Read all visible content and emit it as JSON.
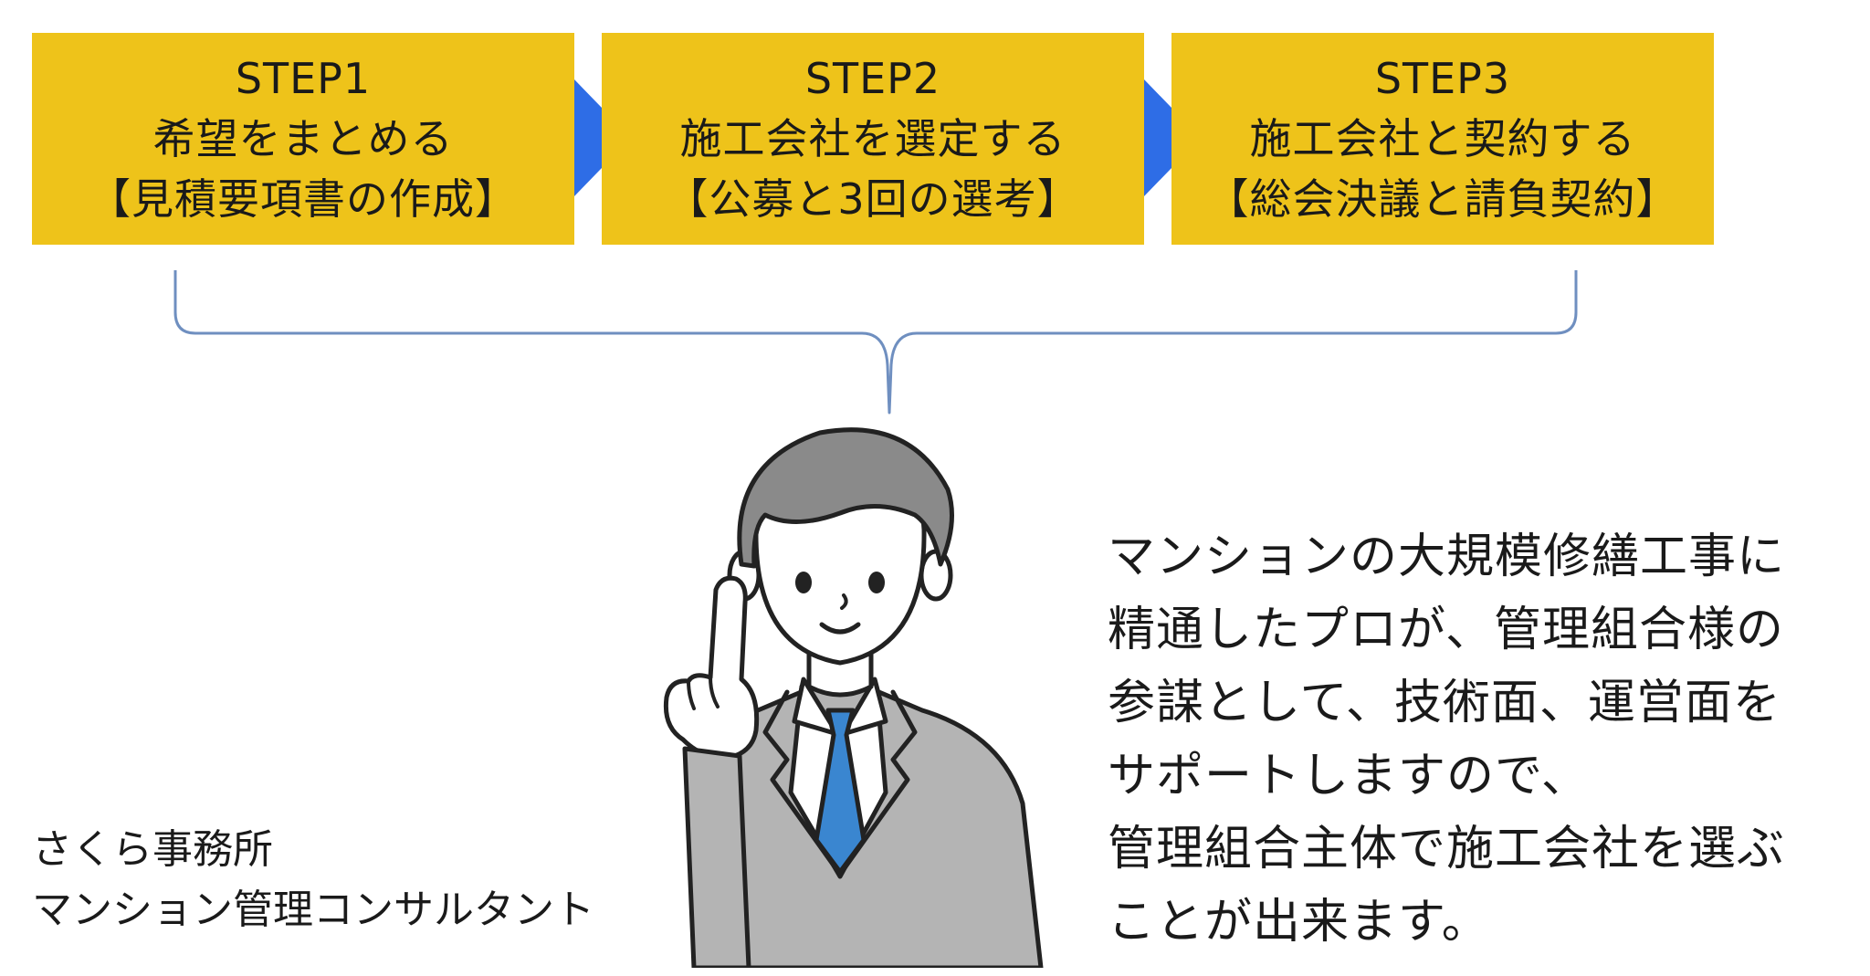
{
  "steps": [
    {
      "title": "STEP1",
      "line1": "希望をまとめる",
      "line2": "【見積要項書の作成】"
    },
    {
      "title": "STEP2",
      "line1": "施工会社を選定する",
      "line2": "【公募と3回の選考】"
    },
    {
      "title": "STEP3",
      "line1": "施工会社と契約する",
      "line2": "【総会決議と請負契約】"
    }
  ],
  "speech": {
    "lines": [
      "マンションの大規模修繕工事に",
      "精通したプロが、管理組合様の",
      "参謀として、技術面、運営面を",
      "サポートしますので、",
      "管理組合主体で施工会社を選ぶ",
      "ことが出来ます。"
    ]
  },
  "caption": {
    "line1": "さくら事務所",
    "line2": "マンション管理コンサルタント"
  },
  "icons": {
    "arrow": "right-arrow-icon",
    "person": "consultant-figure"
  },
  "colors": {
    "step_fill": "#eec31a",
    "arrow": "#2e6de6",
    "bracket": "#6f8fc0",
    "tie": "#3a86d0",
    "suit": "#b4b4b4",
    "hair": "#8a8a8a"
  }
}
